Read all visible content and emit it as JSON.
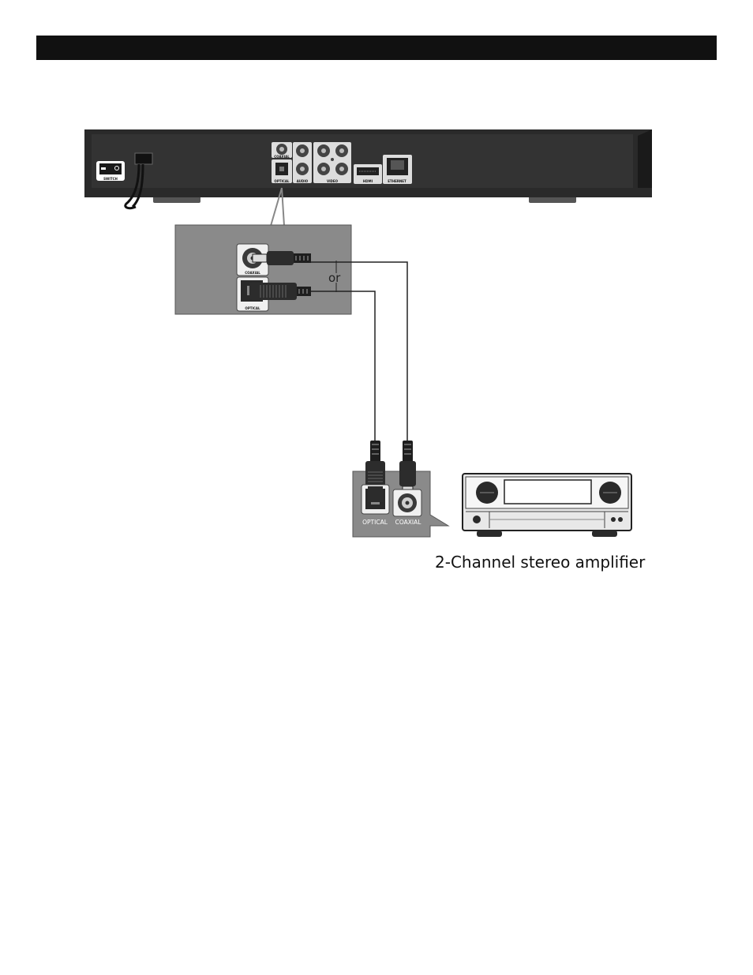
{
  "header": {
    "title": ""
  },
  "player": {
    "switch_label": "SWITCH",
    "port_labels": {
      "coaxial": "COAXIAL",
      "optical": "OPTICAL",
      "audio": "AUDIO",
      "video": "VIDEO",
      "hdmi": "HDMI",
      "ethernet": "ETHERNET"
    }
  },
  "zoom_panel": {
    "coaxial_label": "COAXIAL",
    "optical_label": "OPTICAL",
    "or_text": "or"
  },
  "amp_panel": {
    "optical_label": "OPTICAL",
    "coaxial_label": "COAXIAL"
  },
  "amplifier": {
    "caption": "2-Channel stereo amplifier"
  },
  "colors": {
    "header_bar": "#111111",
    "player_body": "#2a2a2a",
    "panel_gray": "#8a8a8a",
    "cable": "#222222"
  }
}
